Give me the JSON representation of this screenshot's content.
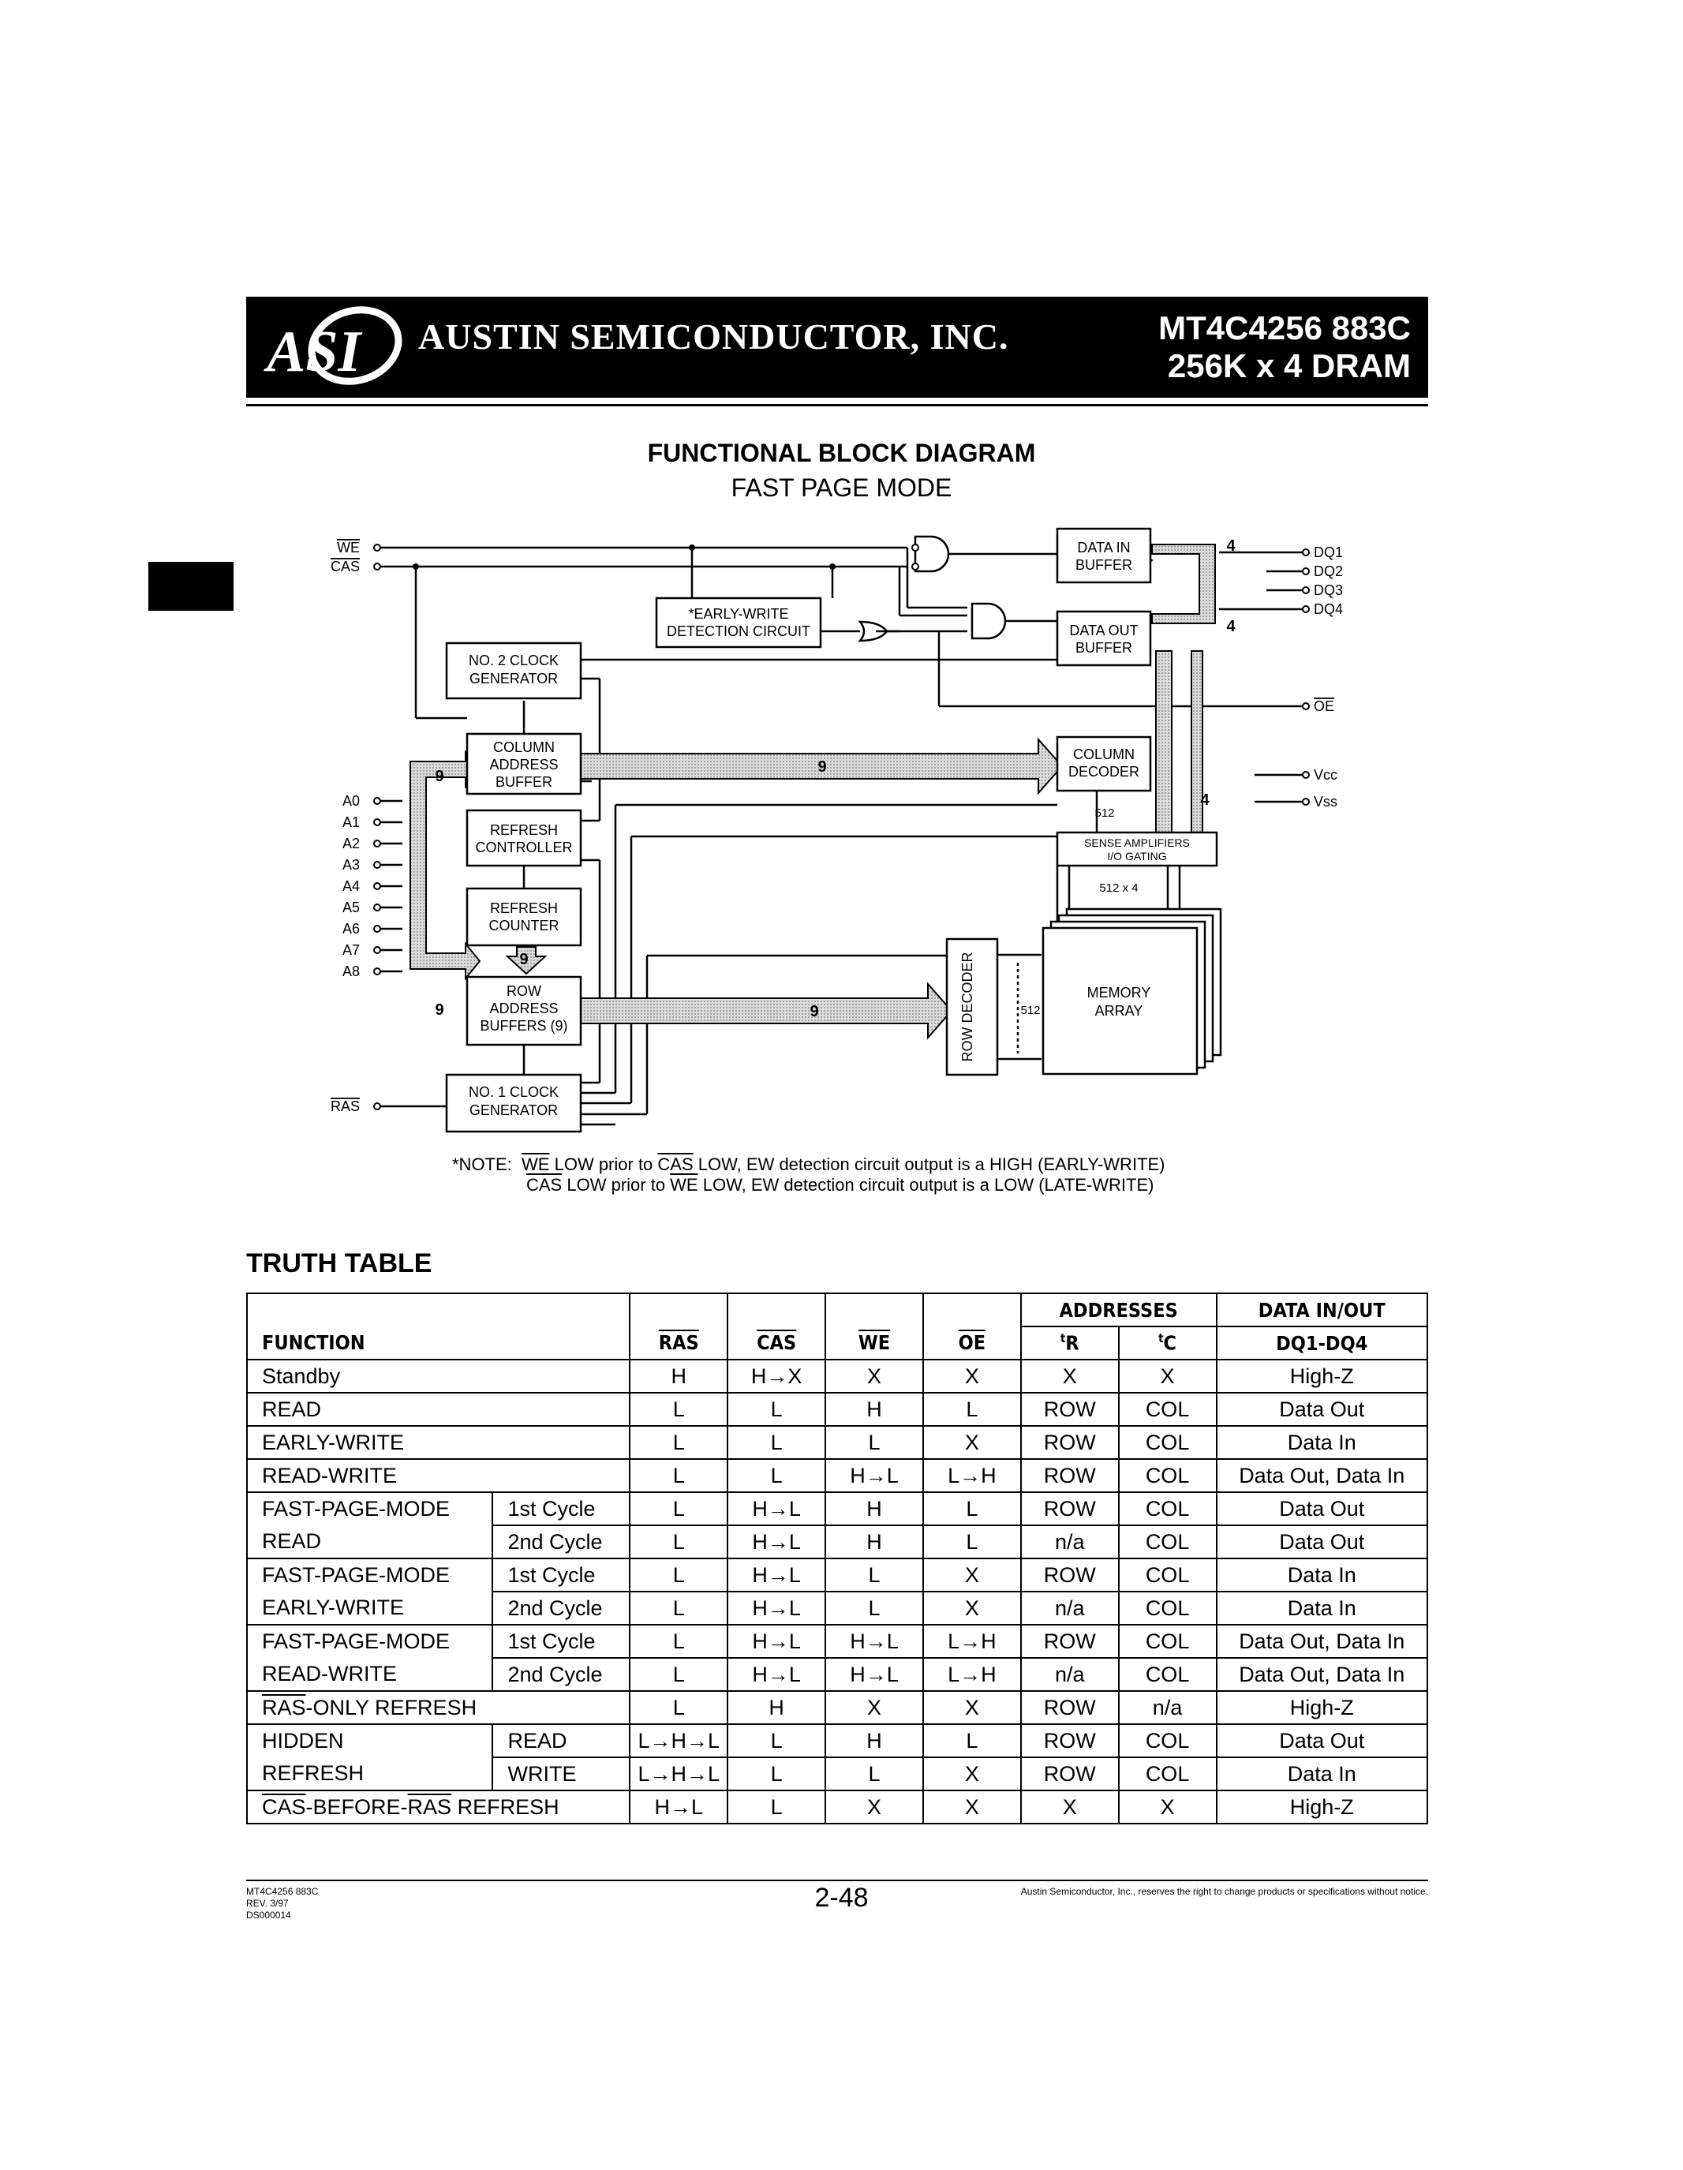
{
  "header": {
    "logo_text": "ASI",
    "company": "AUSTIN SEMICONDUCTOR, INC.",
    "part_number": "MT4C4256 883C",
    "part_desc": "256K x 4 DRAM"
  },
  "diagram": {
    "title": "FUNCTIONAL BLOCK DIAGRAM",
    "subtitle": "FAST PAGE MODE",
    "pins": {
      "we": "WE",
      "cas": "CAS",
      "ras": "RAS",
      "oe": "OE",
      "vcc": "Vcc",
      "vss": "Vss",
      "dq": [
        "DQ1",
        "DQ2",
        "DQ3",
        "DQ4"
      ],
      "addr": [
        "A0",
        "A1",
        "A2",
        "A3",
        "A4",
        "A5",
        "A6",
        "A7",
        "A8"
      ]
    },
    "blocks": {
      "data_in_1": "DATA IN",
      "data_in_2": "BUFFER",
      "data_out_1": "DATA OUT",
      "data_out_2": "BUFFER",
      "ew_1": "*EARLY-WRITE",
      "ew_2": "DETECTION CIRCUIT",
      "clk2_1": "NO. 2 CLOCK",
      "clk2_2": "GENERATOR",
      "col_buf_1": "COLUMN",
      "col_buf_2": "ADDRESS",
      "col_buf_3": "BUFFER",
      "refresh_ctrl_1": "REFRESH",
      "refresh_ctrl_2": "CONTROLLER",
      "refresh_cnt_1": "REFRESH",
      "refresh_cnt_2": "COUNTER",
      "row_buf_1": "ROW",
      "row_buf_2": "ADDRESS",
      "row_buf_3": "BUFFERS (9)",
      "clk1_1": "NO. 1 CLOCK",
      "clk1_2": "GENERATOR",
      "col_dec_1": "COLUMN",
      "col_dec_2": "DECODER",
      "sense_1": "SENSE AMPLIFIERS",
      "sense_2": "I/O GATING",
      "row_dec": "ROW DECODER",
      "mem_1": "MEMORY",
      "mem_2": "ARRAY"
    },
    "bus_labels": {
      "nine": "9",
      "four": "4",
      "col_512": "512",
      "sense_512x4": "512 x 4",
      "row_512": "512"
    },
    "note": {
      "prefix": "*NOTE:",
      "l1_we": "WE",
      "l1_a": " LOW prior to ",
      "l1_cas": "CAS",
      "l1_b": " LOW,  EW detection circuit output is a HIGH (EARLY-WRITE)",
      "l2_cas": "CAS",
      "l2_a": " LOW prior to ",
      "l2_we": "WE",
      "l2_b": " LOW,  EW detection circuit output is a LOW (LATE-WRITE)"
    }
  },
  "truth_table": {
    "title": "TRUTH TABLE",
    "headers": {
      "function": "FUNCTION",
      "ras": "RAS",
      "cas": "CAS",
      "we": "WE",
      "oe": "OE",
      "addresses": "ADDRESSES",
      "tr_sup": "t",
      "tr": "R",
      "tc_sup": "t",
      "tc": "C",
      "data": "DATA IN/OUT",
      "dq": "DQ1-DQ4"
    },
    "rows": [
      {
        "func": "Standby",
        "sub": "",
        "ras": "H",
        "cas": "H→X",
        "we": "X",
        "oe": "X",
        "r": "X",
        "c": "X",
        "dq": "High-Z"
      },
      {
        "func": "READ",
        "sub": "",
        "ras": "L",
        "cas": "L",
        "we": "H",
        "oe": "L",
        "r": "ROW",
        "c": "COL",
        "dq": "Data Out"
      },
      {
        "func": "EARLY-WRITE",
        "sub": "",
        "ras": "L",
        "cas": "L",
        "we": "L",
        "oe": "X",
        "r": "ROW",
        "c": "COL",
        "dq": "Data In"
      },
      {
        "func": "READ-WRITE",
        "sub": "",
        "ras": "L",
        "cas": "L",
        "we": "H→L",
        "oe": "L→H",
        "r": "ROW",
        "c": "COL",
        "dq": "Data Out, Data In"
      },
      {
        "func": "FAST-PAGE-MODE",
        "sub": "1st Cycle",
        "ras": "L",
        "cas": "H→L",
        "we": "H",
        "oe": "L",
        "r": "ROW",
        "c": "COL",
        "dq": "Data Out"
      },
      {
        "func": "READ",
        "sub": "2nd Cycle",
        "ras": "L",
        "cas": "H→L",
        "we": "H",
        "oe": "L",
        "r": "n/a",
        "c": "COL",
        "dq": "Data Out"
      },
      {
        "func": "FAST-PAGE-MODE",
        "sub": "1st Cycle",
        "ras": "L",
        "cas": "H→L",
        "we": "L",
        "oe": "X",
        "r": "ROW",
        "c": "COL",
        "dq": "Data In"
      },
      {
        "func": "EARLY-WRITE",
        "sub": "2nd Cycle",
        "ras": "L",
        "cas": "H→L",
        "we": "L",
        "oe": "X",
        "r": "n/a",
        "c": "COL",
        "dq": "Data In"
      },
      {
        "func": "FAST-PAGE-MODE",
        "sub": "1st Cycle",
        "ras": "L",
        "cas": "H→L",
        "we": "H→L",
        "oe": "L→H",
        "r": "ROW",
        "c": "COL",
        "dq": "Data Out, Data In"
      },
      {
        "func": "READ-WRITE",
        "sub": "2nd Cycle",
        "ras": "L",
        "cas": "H→L",
        "we": "H→L",
        "oe": "L→H",
        "r": "n/a",
        "c": "COL",
        "dq": "Data Out, Data In"
      },
      {
        "func_ov": "RAS",
        "func": "-ONLY REFRESH",
        "sub": "",
        "ras": "L",
        "cas": "H",
        "we": "X",
        "oe": "X",
        "r": "ROW",
        "c": "n/a",
        "dq": "High-Z"
      },
      {
        "func": "HIDDEN",
        "sub": "READ",
        "ras": "L→H→L",
        "cas": "L",
        "we": "H",
        "oe": "L",
        "r": "ROW",
        "c": "COL",
        "dq": "Data Out"
      },
      {
        "func": "REFRESH",
        "sub": "WRITE",
        "ras": "L→H→L",
        "cas": "L",
        "we": "L",
        "oe": "X",
        "r": "ROW",
        "c": "COL",
        "dq": "Data In"
      },
      {
        "func_ov": "CAS",
        "func_mid": "-BEFORE-",
        "func_ov2": "RAS",
        "func": " REFRESH",
        "sub": "",
        "ras": "H→L",
        "cas": "L",
        "we": "X",
        "oe": "X",
        "r": "X",
        "c": "X",
        "dq": "High-Z"
      }
    ]
  },
  "footer": {
    "doc_lines": [
      "MT4C4256 883C",
      "REV. 3/97",
      "DS000014"
    ],
    "page": "2-48",
    "disclaimer": "Austin Semiconductor, Inc., reserves the right to change products or specifications without notice."
  }
}
